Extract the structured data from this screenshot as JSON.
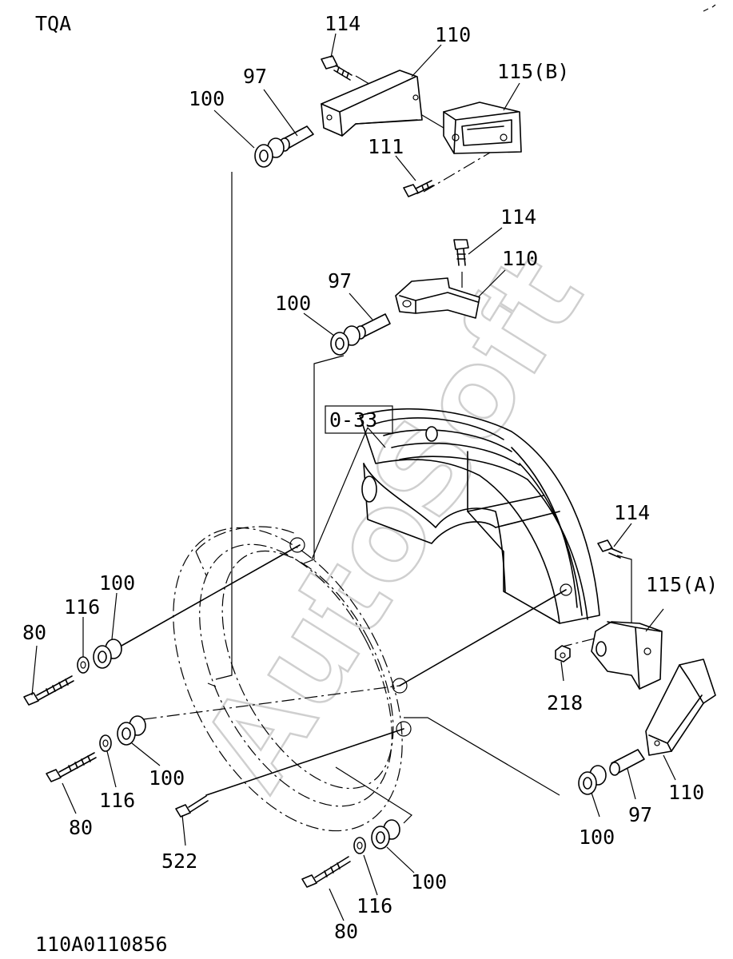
{
  "header": {
    "code": "TQA"
  },
  "footer": {
    "drawing_number": "110A0110856"
  },
  "watermark": {
    "text": "AutoSoft"
  },
  "reference_box": {
    "text": "0-33"
  },
  "callouts": {
    "top_114": "114",
    "top_110": "110",
    "top_115b": "115(B)",
    "top_97": "97",
    "top_100": "100",
    "top_111": "111",
    "mid_114": "114",
    "mid_110": "110",
    "mid_97": "97",
    "mid_100": "100",
    "right_114": "114",
    "right_115a": "115(A)",
    "right_218": "218",
    "right_110": "110",
    "right_97": "97",
    "right_100": "100",
    "left_100": "100",
    "left_116": "116",
    "left_80": "80",
    "left2_116": "116",
    "left2_100": "100",
    "left2_80": "80",
    "bolt_522": "522",
    "bottom_80": "80",
    "bottom_116": "116",
    "bottom_100": "100"
  }
}
